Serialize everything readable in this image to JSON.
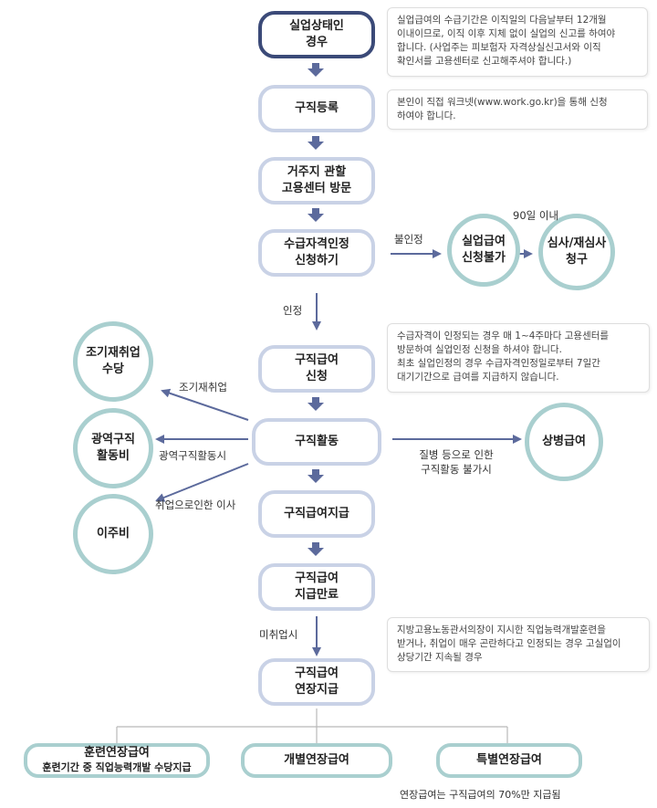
{
  "nodes": {
    "unemployed": [
      "실업상태인",
      "경우"
    ],
    "job_registration": [
      "구직등록"
    ],
    "visit_center": [
      "거주지 관할",
      "고용센터 방문"
    ],
    "eligibility_application": [
      "수급자격인정",
      "신청하기"
    ],
    "benefit_application": [
      "구직급여",
      "신청"
    ],
    "job_search": [
      "구직활동"
    ],
    "benefit_payment": [
      "구직급여지급"
    ],
    "benefit_end": [
      "구직급여",
      "지급만료"
    ],
    "benefit_extension": [
      "구직급여",
      "연장지급"
    ]
  },
  "circles": {
    "application_denied": [
      "실업급여",
      "신청불가"
    ],
    "review_request": [
      "심사/재심사",
      "청구"
    ],
    "early_reemployment": [
      "조기재취업",
      "수당"
    ],
    "wide_area_job_search": [
      "광역구직",
      "활동비"
    ],
    "relocation": [
      "이주비"
    ],
    "sickness_benefit": [
      "상병급여"
    ]
  },
  "bottom_boxes": {
    "training_extension": "훈련연장급여",
    "training_extension_sub": "훈련기간 중 직업능력개발 수당지급",
    "individual_extension": "개별연장급여",
    "special_extension": "특별연장급여"
  },
  "notes": {
    "note1": [
      "실업급여의 수급기간은 이직일의 다음날부터 12개월",
      "이내이므로, 이직 이후 지체 없이 실업의 신고를 하여야",
      "합니다. (사업주는 피보험자 자격상실신고서와 이직",
      "확인서를 고용센터로 신고해주셔야 합니다.)"
    ],
    "note2": [
      "본인이 직접 워크넷(www.work.go.kr)을 통해 신청",
      "하여야 합니다."
    ],
    "note3": [
      "수급자격이 인정되는 경우 매 1~4주마다 고용센터를",
      "방문하여 실업인정 신청을 하셔야 합니다.",
      "최초 실업인정의 경우 수급자격인정일로부터 7일간",
      "대기기간으로 급여를 지급하지 않습니다."
    ],
    "note4": [
      "지방고용노동관서의장이 지시한 직업능력개발훈련을",
      "받거나, 취업이 매우 곤란하다고 인정되는 경우 고실업이",
      "상당기간 지속될 경우"
    ]
  },
  "labels": {
    "not_approved": "불인정",
    "within_90_days": "90일 이내",
    "approved": "인정",
    "early_reemployment": "조기재취업",
    "wide_area_job_search": "광역구직활동시",
    "relocation_due_to_employment": "취업으로인한 이사",
    "sickness_line1": "질병 등으로 인한",
    "sickness_line2": "구직활동 불가시",
    "not_employed": "미취업시",
    "footer": "연장급여는 구직급여의 70%만 지급됨"
  },
  "colors": {
    "start_border": "#3b4a78",
    "box_border": "#c9d2e6",
    "circle_border": "#a9cfcf",
    "arrow": "#5c6a9c"
  }
}
